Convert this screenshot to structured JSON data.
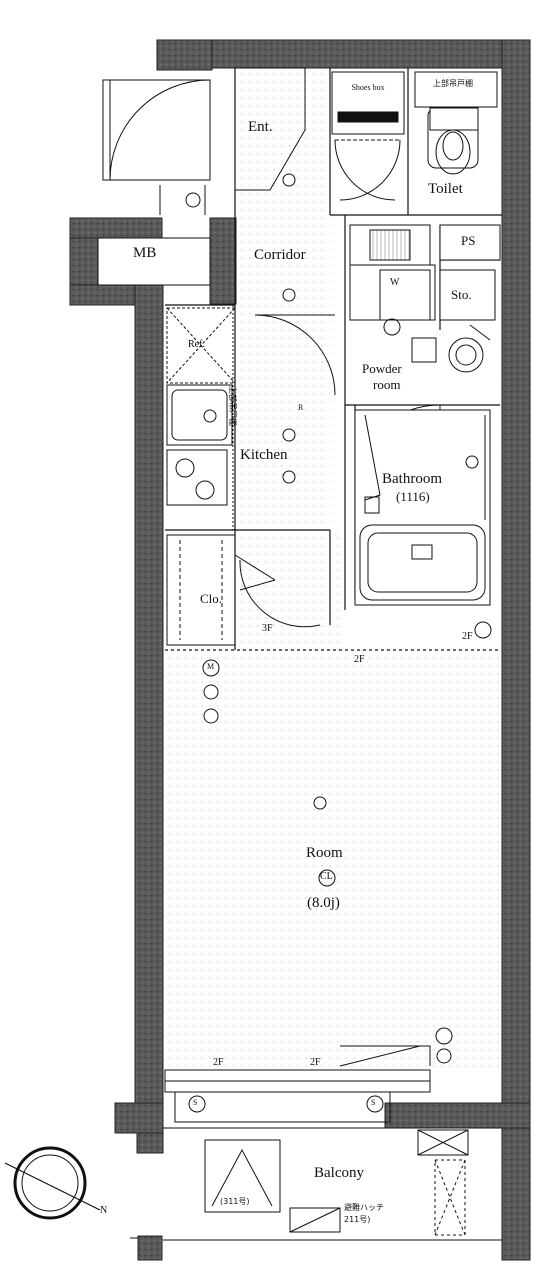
{
  "rooms": {
    "entrance": "Ent.",
    "shoes_box": "Shoes box",
    "toilet": "Toilet",
    "mb": "MB",
    "corridor": "Corridor",
    "ps": "PS",
    "washer": "W",
    "storage": "Sto.",
    "refrigerator": "Ref.",
    "powder_room_line1": "Powder",
    "powder_room_line2": "room",
    "kitchen": "Kitchen",
    "bathroom": "Bathroom",
    "bath_size": "(1116)",
    "closet": "Clo.",
    "room": "Room",
    "room_size": "(8.0j)",
    "ceiling_light": "CL",
    "balcony": "Balcony"
  },
  "annotations": {
    "shelf_top": "上部吊戸棚",
    "shelf_side": "上部吊戸棚",
    "floor_3f": "3F",
    "floor_2f": "2F",
    "floor_2f_bath": "2F",
    "floor_2f_left": "2F",
    "floor_2f_right": "2F",
    "ladder_note": "(311号)",
    "hatch_line1": "避難ハッチ",
    "hatch_line2": "211号)",
    "compass_n": "N"
  },
  "outlet_marks": {
    "m": "M",
    "r": "R",
    "s": "S"
  },
  "colors": {
    "wall": "#3c3c3c",
    "line": "#111111",
    "floor_dot": "#c8c8c8",
    "background": "#ffffff"
  }
}
